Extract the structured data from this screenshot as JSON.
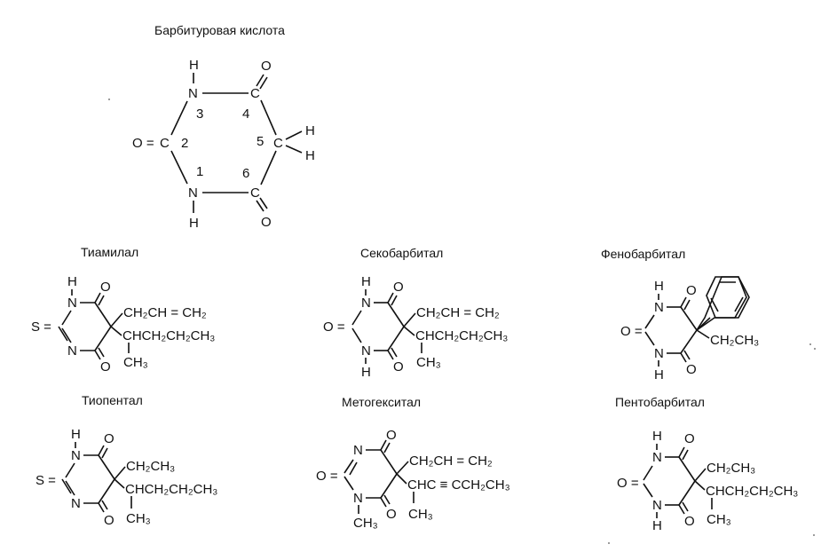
{
  "captions": {
    "barbituric": "Барбитуровая кислота",
    "thiamylal": "Тиамилал",
    "secobarbital": "Секобарбитал",
    "phenobarbital": "Фенобарбитал",
    "thiopental": "Тиопентал",
    "methohexital": "Метогекситал",
    "pentobarbital": "Пентобарбитал"
  },
  "ring_numbers": [
    "1",
    "2",
    "3",
    "4",
    "5",
    "6"
  ],
  "atoms": {
    "H": "H",
    "N": "N",
    "C": "C",
    "O": "O",
    "S": "S",
    "O_eq": "O =",
    "S_eq": "S ="
  },
  "substituents": {
    "allyl": "CH₂CH = CH₂",
    "pentan2yl": "CHCH₂CH₂CH₃",
    "methyl": "CH₃",
    "ethyl": "CH₂CH₃",
    "hexynyl": "CHC ≡ CCH₂CH₃"
  }
}
